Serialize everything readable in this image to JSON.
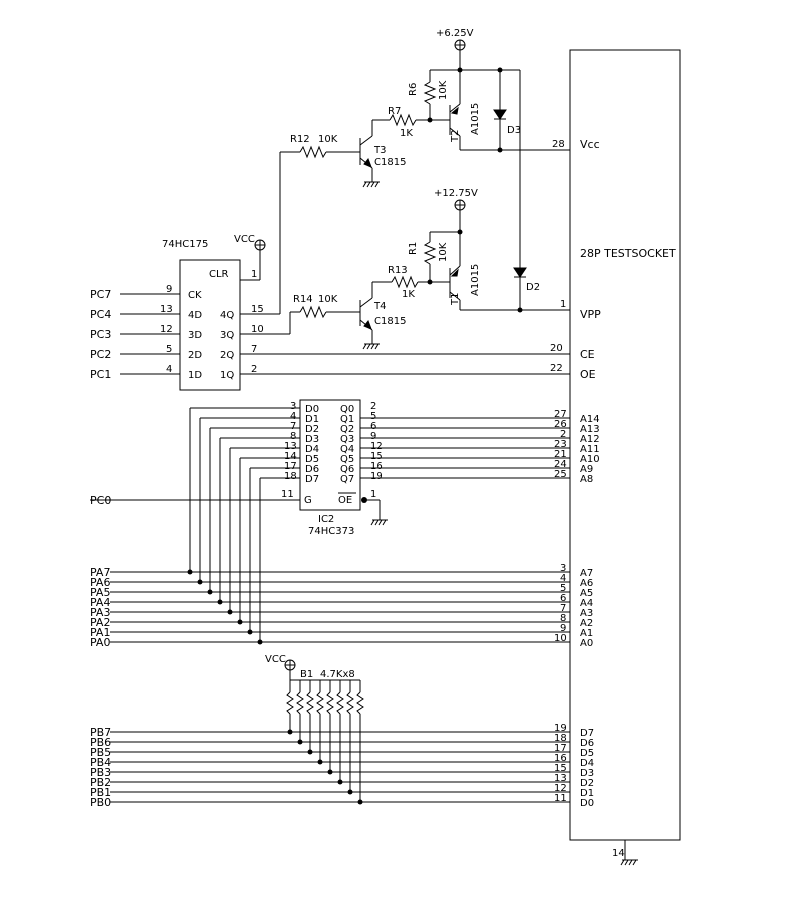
{
  "power": {
    "v625": "+6.25V",
    "v1275": "+12.75V",
    "vcc": "VCC"
  },
  "ic_175": {
    "name": "74HC175",
    "clr": "CLR",
    "clr_pin": "1",
    "pins_left": [
      {
        "port": "PC7",
        "pin": "9",
        "label": "CK"
      },
      {
        "port": "PC4",
        "pin": "13",
        "label": "4D"
      },
      {
        "port": "PC3",
        "pin": "12",
        "label": "3D"
      },
      {
        "port": "PC2",
        "pin": "5",
        "label": "2D"
      },
      {
        "port": "PC1",
        "pin": "4",
        "label": "1D"
      }
    ],
    "pins_right": [
      {
        "label": "4Q",
        "pin": "15"
      },
      {
        "label": "3Q",
        "pin": "10"
      },
      {
        "label": "2Q",
        "pin": "7"
      },
      {
        "label": "1Q",
        "pin": "2"
      }
    ]
  },
  "transistors": {
    "r12": "R12",
    "r12v": "10K",
    "t3": "T3",
    "t3p": "C1815",
    "r7": "R7",
    "r7v": "1K",
    "r6": "R6",
    "r6v": "10K",
    "t2": "T2",
    "t2p": "A1015",
    "d3": "D3",
    "r14": "R14",
    "r14v": "10K",
    "t4": "T4",
    "t4p": "C1815",
    "r13": "R13",
    "r13v": "1K",
    "r1": "R1",
    "r1v": "10K",
    "t1": "T1",
    "t1p": "A1015",
    "d2": "D2"
  },
  "ic2": {
    "name": "IC2",
    "part": "74HC373",
    "d_pins": [
      {
        "pin": "3",
        "label": "D0"
      },
      {
        "pin": "4",
        "label": "D1"
      },
      {
        "pin": "7",
        "label": "D2"
      },
      {
        "pin": "8",
        "label": "D3"
      },
      {
        "pin": "13",
        "label": "D4"
      },
      {
        "pin": "14",
        "label": "D5"
      },
      {
        "pin": "17",
        "label": "D6"
      },
      {
        "pin": "18",
        "label": "D7"
      }
    ],
    "q_pins": [
      {
        "pin": "2",
        "label": "Q0"
      },
      {
        "pin": "5",
        "label": "Q1"
      },
      {
        "pin": "6",
        "label": "Q2"
      },
      {
        "pin": "9",
        "label": "Q3"
      },
      {
        "pin": "12",
        "label": "Q4"
      },
      {
        "pin": "15",
        "label": "Q5"
      },
      {
        "pin": "16",
        "label": "Q6"
      },
      {
        "pin": "19",
        "label": "Q7"
      }
    ],
    "g_label": "G",
    "g_pin": "11",
    "oe_label": "OE",
    "oe_pin": "1",
    "pc0": "PC0"
  },
  "socket": {
    "name": "28P TESTSOCKET",
    "vcc_label": "Vcc",
    "vcc_pin": "28",
    "vpp_label": "VPP",
    "vpp_pin": "1",
    "ce_label": "CE",
    "ce_pin": "20",
    "oe_label": "OE",
    "oe_pin": "22",
    "gnd_pin": "14",
    "high_addr": [
      {
        "pin": "27",
        "label": "A14"
      },
      {
        "pin": "26",
        "label": "A13"
      },
      {
        "pin": "2",
        "label": "A12"
      },
      {
        "pin": "23",
        "label": "A11"
      },
      {
        "pin": "21",
        "label": "A10"
      },
      {
        "pin": "24",
        "label": "A9"
      },
      {
        "pin": "25",
        "label": "A8"
      }
    ],
    "low_addr": [
      {
        "port": "PA7",
        "pin": "3",
        "label": "A7"
      },
      {
        "port": "PA6",
        "pin": "4",
        "label": "A6"
      },
      {
        "port": "PA5",
        "pin": "5",
        "label": "A5"
      },
      {
        "port": "PA4",
        "pin": "6",
        "label": "A4"
      },
      {
        "port": "PA3",
        "pin": "7",
        "label": "A3"
      },
      {
        "port": "PA2",
        "pin": "8",
        "label": "A2"
      },
      {
        "port": "PA1",
        "pin": "9",
        "label": "A1"
      },
      {
        "port": "PA0",
        "pin": "10",
        "label": "A0"
      }
    ],
    "data": [
      {
        "port": "PB7",
        "pin": "19",
        "label": "D7"
      },
      {
        "port": "PB6",
        "pin": "18",
        "label": "D6"
      },
      {
        "port": "PB5",
        "pin": "17",
        "label": "D5"
      },
      {
        "port": "PB4",
        "pin": "16",
        "label": "D4"
      },
      {
        "port": "PB3",
        "pin": "15",
        "label": "D3"
      },
      {
        "port": "PB2",
        "pin": "13",
        "label": "D2"
      },
      {
        "port": "PB1",
        "pin": "12",
        "label": "D1"
      },
      {
        "port": "PB0",
        "pin": "11",
        "label": "D0"
      }
    ]
  },
  "pullup": {
    "name": "B1",
    "value": "4.7Kx8"
  }
}
